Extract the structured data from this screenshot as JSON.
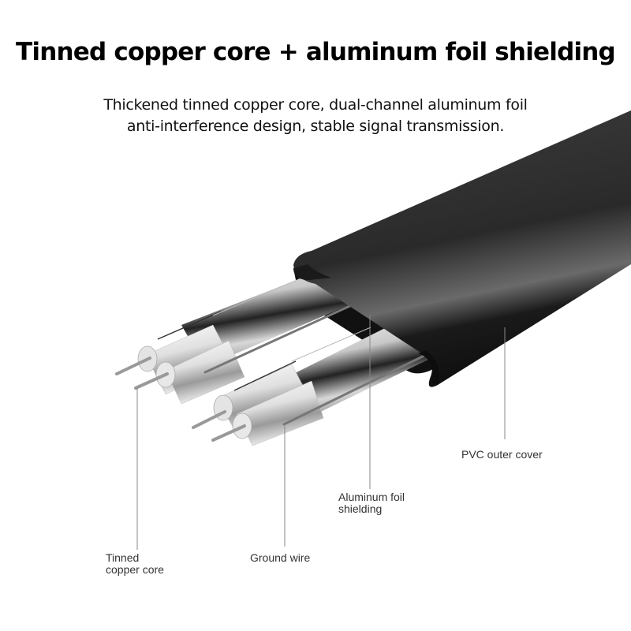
{
  "header": {
    "title": "Tinned copper core + aluminum foil shielding",
    "subtitle_lines": [
      "Thickened tinned copper core, dual-channel aluminum foil",
      "anti-interference design, stable signal transmission."
    ]
  },
  "diagram": {
    "subject": "flat cable cross-section",
    "labels": {
      "pvc_outer_cover": [
        "PVC outer cover"
      ],
      "aluminum_foil_shielding": [
        "Aluminum foil",
        "shielding"
      ],
      "tinned_copper_core": [
        "Tinned",
        "copper core"
      ],
      "ground_wire": [
        "Ground wire"
      ]
    },
    "colors": {
      "jacket": "#2b2b2b",
      "jacket_highlight": "#5a5a5a",
      "foil": "#e8e8e8",
      "conductor": "#b8b8b8",
      "leader_line": "#888888",
      "label_text": "#333333"
    }
  }
}
